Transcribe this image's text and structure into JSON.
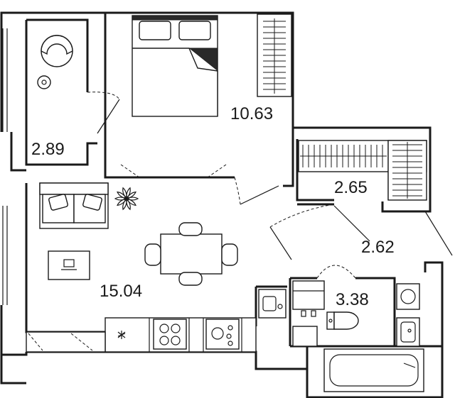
{
  "rooms": {
    "bedroom_area": "10.63",
    "balcony_area": "2.89",
    "storage_area": "2.65",
    "hall_area": "2.62",
    "bathroom_area": "3.38",
    "living_kitchen_area": "15.04"
  },
  "icons": [
    "armchair-icon",
    "bed-icon",
    "wardrobe-icon",
    "sofa-icon",
    "plant-icon",
    "dining-table-icon",
    "tv-icon",
    "sink-icon",
    "stove-icon",
    "toilet-icon",
    "washbasin-icon",
    "bathtub-icon"
  ]
}
